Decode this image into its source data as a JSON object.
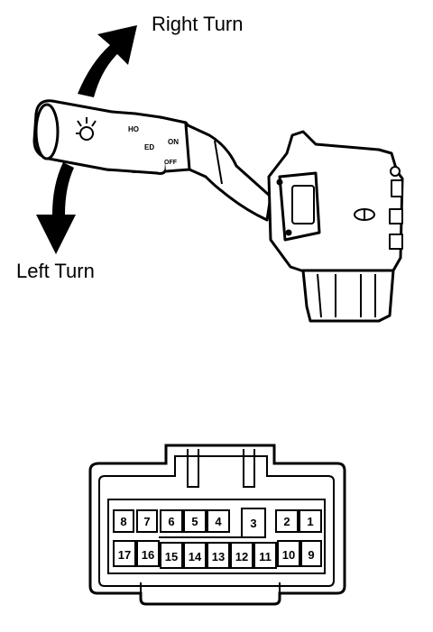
{
  "labels": {
    "right_turn": "Right Turn",
    "left_turn": "Left Turn"
  },
  "switch_markings": {
    "ho": "HO",
    "on": "ON",
    "ed": "ED",
    "off": "OFF"
  },
  "connector": {
    "top_row": [
      "8",
      "7",
      "6",
      "5",
      "4",
      "3",
      "2",
      "1"
    ],
    "bottom_row": [
      "17",
      "16",
      "15",
      "14",
      "13",
      "12",
      "11",
      "10",
      "9"
    ]
  },
  "colors": {
    "ink": "#000000",
    "paper": "#ffffff"
  }
}
